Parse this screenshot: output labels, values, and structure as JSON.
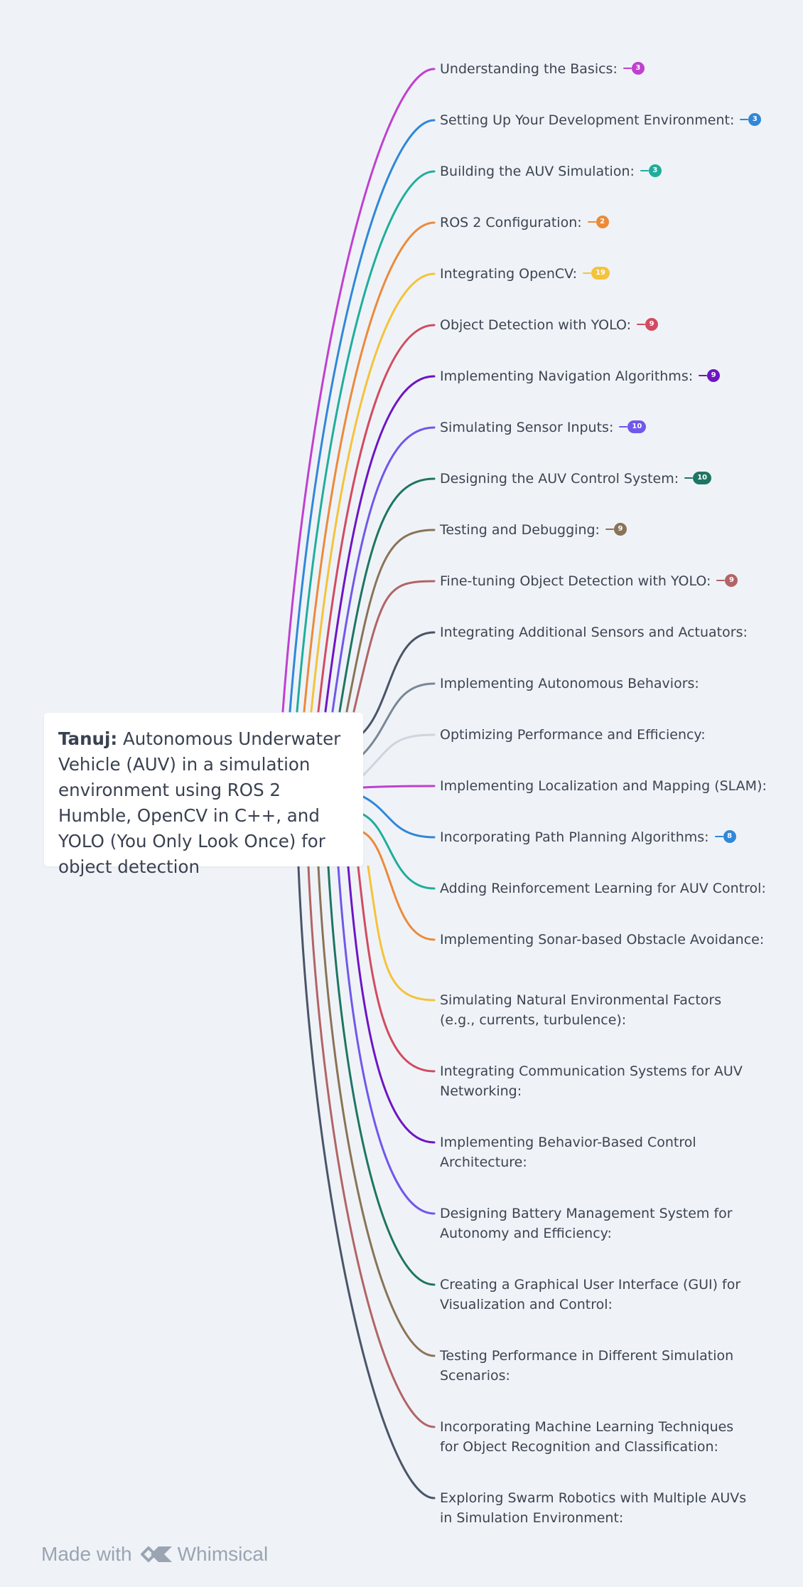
{
  "root": {
    "author": "Tanuj:",
    "text": " Autonomous Underwater Vehicle (AUV) in a simulation environment using ROS 2 Humble, OpenCV in C++, and YOLO (You Only Look Once) for object detection"
  },
  "topics": [
    {
      "label": "Understanding the Basics:",
      "count": "3",
      "color": "#c040d0"
    },
    {
      "label": "Setting Up Your Development Environment:",
      "count": "3",
      "color": "#3187d8"
    },
    {
      "label": "Building the AUV Simulation:",
      "count": "3",
      "color": "#21ad9c"
    },
    {
      "label": "ROS 2 Configuration:",
      "count": "2",
      "color": "#ec8a3a"
    },
    {
      "label": "Integrating OpenCV:",
      "count": "19",
      "color": "#f5c23b"
    },
    {
      "label": "Object Detection with YOLO:",
      "count": "9",
      "color": "#d24b61"
    },
    {
      "label": "Implementing Navigation Algorithms:",
      "count": "9",
      "color": "#6e15c4"
    },
    {
      "label": "Simulating Sensor Inputs:",
      "count": "10",
      "color": "#7058ea"
    },
    {
      "label": "Designing the AUV Control System:",
      "count": "10",
      "color": "#1e7563"
    },
    {
      "label": "Testing and Debugging:",
      "count": "9",
      "color": "#8a7358"
    },
    {
      "label": "Fine-tuning Object Detection with YOLO:",
      "count": "9",
      "color": "#b26466"
    },
    {
      "label": "Integrating Additional Sensors and Actuators:",
      "count": "",
      "color": "#4a5568"
    },
    {
      "label": "Implementing Autonomous Behaviors:",
      "count": "",
      "color": "#7a8797"
    },
    {
      "label": "Optimizing Performance and Efficiency:",
      "count": "",
      "color": "#cfd5de"
    },
    {
      "label": "Implementing Localization and Mapping (SLAM):",
      "count": "",
      "color": "#c040d0"
    },
    {
      "label": "Incorporating Path Planning Algorithms:",
      "count": "8",
      "color": "#3187d8"
    },
    {
      "label": "Adding Reinforcement Learning for AUV Control:",
      "count": "",
      "color": "#21ad9c"
    },
    {
      "label": "Implementing Sonar-based Obstacle Avoidance:",
      "count": "",
      "color": "#ec8a3a"
    },
    {
      "label": "Simulating Natural Environmental Factors (e.g., currents, turbulence):",
      "count": "",
      "color": "#f5c23b"
    },
    {
      "label": "Integrating Communication Systems for AUV Networking:",
      "count": "",
      "color": "#d24b61"
    },
    {
      "label": "Implementing Behavior-Based Control Architecture:",
      "count": "",
      "color": "#6e15c4"
    },
    {
      "label": "Designing Battery Management System for Autonomy and Efficiency:",
      "count": "",
      "color": "#7058ea"
    },
    {
      "label": "Creating a Graphical User Interface (GUI) for Visualization and Control:",
      "count": "",
      "color": "#1e7563"
    },
    {
      "label": "Testing Performance in Different Simulation Scenarios:",
      "count": "",
      "color": "#8a7358"
    },
    {
      "label": "Incorporating Machine Learning Techniques for Object Recognition and Classification:",
      "count": "",
      "color": "#b26466"
    },
    {
      "label": "Exploring Swarm Robotics with Multiple AUVs in Simulation Environment:",
      "count": "",
      "color": "#4a5568"
    }
  ],
  "footer": {
    "prefix": "Made with",
    "brand": "Whimsical",
    "logo_icon": "whimsical-logo-icon"
  }
}
